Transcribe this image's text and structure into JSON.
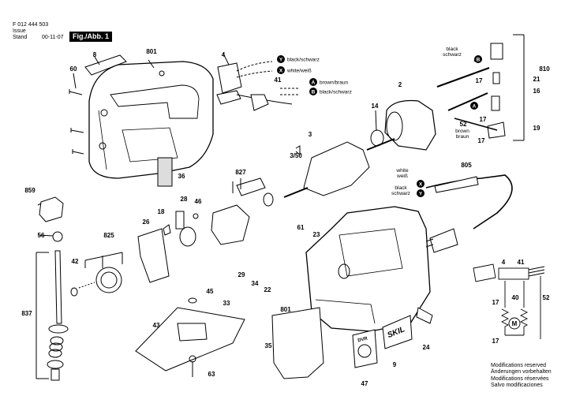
{
  "header": {
    "doc_number": "F 012 444 503",
    "issue_label": "Issue",
    "stand_label": "Stand",
    "date": "00-11-07",
    "figure_label": "Fig./Abb. 1"
  },
  "part_labels": [
    "8",
    "801",
    "4",
    "60",
    "41",
    "2",
    "14",
    "3",
    "3/50",
    "827",
    "36",
    "859",
    "18",
    "28",
    "46",
    "26",
    "825",
    "56",
    "42",
    "837",
    "61",
    "23",
    "29",
    "34",
    "22",
    "805",
    "45",
    "33",
    "43",
    "801",
    "35",
    "24",
    "63",
    "9",
    "47",
    "40",
    "810",
    "21",
    "16",
    "17",
    "17",
    "52",
    "19",
    "17",
    "40",
    "41",
    "52",
    "17",
    "17",
    "4"
  ],
  "callouts": [
    {
      "letter": "Y",
      "text": "black/schwarz"
    },
    {
      "letter": "X",
      "text": "white/weiß"
    },
    {
      "letter": "A",
      "text": "brown/braun"
    },
    {
      "letter": "B",
      "text": "black/schwarz"
    },
    {
      "letter": "B",
      "text": ""
    },
    {
      "letter": "A",
      "text": ""
    },
    {
      "letter": "X",
      "text": ""
    },
    {
      "letter": "Y",
      "text": ""
    }
  ],
  "wire_labels": {
    "black_line1": "black",
    "black_line2": "schwarz",
    "brown_line1": "brown",
    "brown_line2": "braun",
    "cord_white1": "white",
    "cord_white2": "weiß",
    "cord_black1": "black",
    "cord_black2": "schwarz"
  },
  "brand": "SKIL",
  "dial_label": "DVR",
  "motor_symbol": "M",
  "modifications": [
    "Modifications reserved",
    "Änderungen vorbehalten",
    "Modifications réservées",
    "Salvo modificaciones"
  ]
}
